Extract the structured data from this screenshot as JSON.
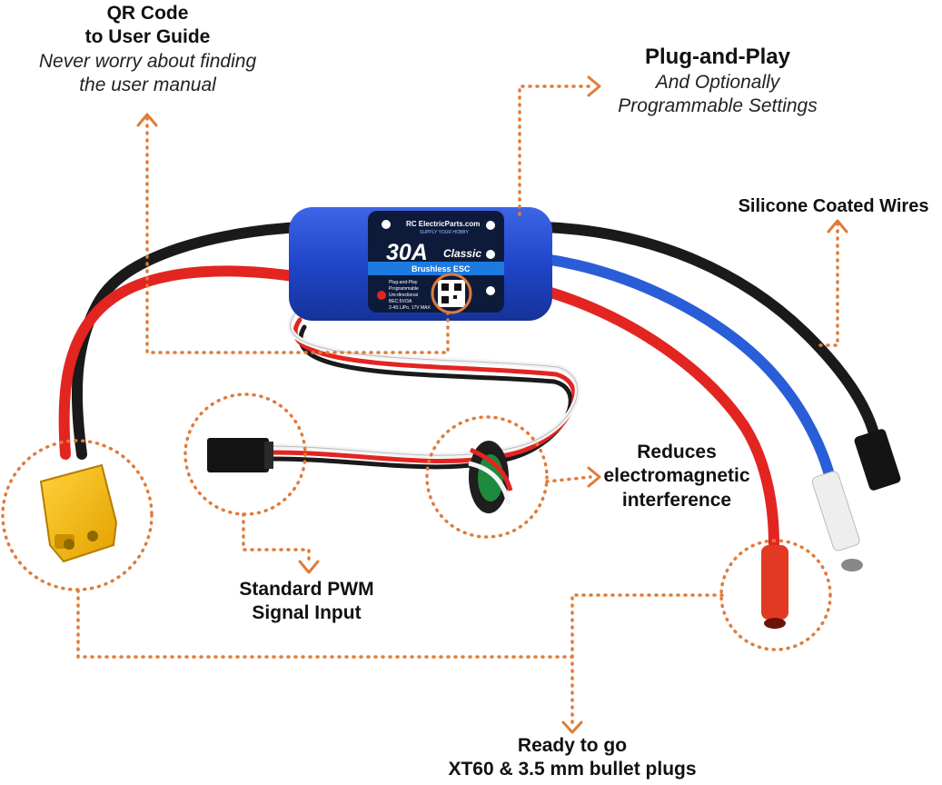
{
  "labels": {
    "qr": {
      "title1": "QR Code",
      "title2": "to User Guide",
      "sub1": "Never worry about finding",
      "sub2": "the user manual"
    },
    "plug": {
      "title": "Plug-and-Play",
      "sub1": "And Optionally",
      "sub2": "Programmable Settings"
    },
    "silicone": {
      "title": "Silicone Coated Wires"
    },
    "emi": {
      "l1": "Reduces",
      "l2": "electromagnetic",
      "l3": "interference"
    },
    "pwm": {
      "l1": "Standard PWM",
      "l2": "Signal Input"
    },
    "ready": {
      "l1": "Ready to go",
      "l2": "XT60 & 3.5 mm bullet plugs"
    }
  },
  "esc": {
    "brand": "RC ElectricParts.com",
    "tagline": "SUPPLY YOUR HOBBY",
    "model": "30A",
    "variant": "Classic",
    "type": "Brushless ESC",
    "spec1": "Plug-and-Play",
    "spec2": "Programmable",
    "spec3": "Uni-directional",
    "spec4": "BEC:5V/3A",
    "spec5": "2-4S LiPo, 17V MAX"
  },
  "colors": {
    "accent": "#e07b39",
    "esc_blue": "#1f46c8",
    "label_dark": "#0d1a3a",
    "wire_red": "#e32521",
    "wire_blue": "#2a5ed8",
    "wire_black": "#1a1a1a",
    "plug_yellow": "#f4b70f"
  }
}
